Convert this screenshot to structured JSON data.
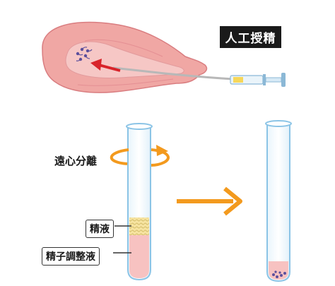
{
  "title": "人工授精",
  "labels": {
    "centrifuge": "遠心分離",
    "semen": "精液",
    "medium": "精子調整液"
  },
  "colors": {
    "uterus_outer": "#f0a7a4",
    "uterus_inner": "#f6c7c5",
    "red_arrow": "#d8232a",
    "orange_arrow": "#f39a1e",
    "tube_outline": "#8bc4e6",
    "medium_fill": "#f7c2c1",
    "semen_fill": "#f6e6a0",
    "sperm_pellet": "#5b4f9c"
  },
  "icons": [
    "uterus-illustration",
    "syringe-icon",
    "centrifuge-rotation-arrow",
    "process-arrow",
    "test-tube"
  ]
}
